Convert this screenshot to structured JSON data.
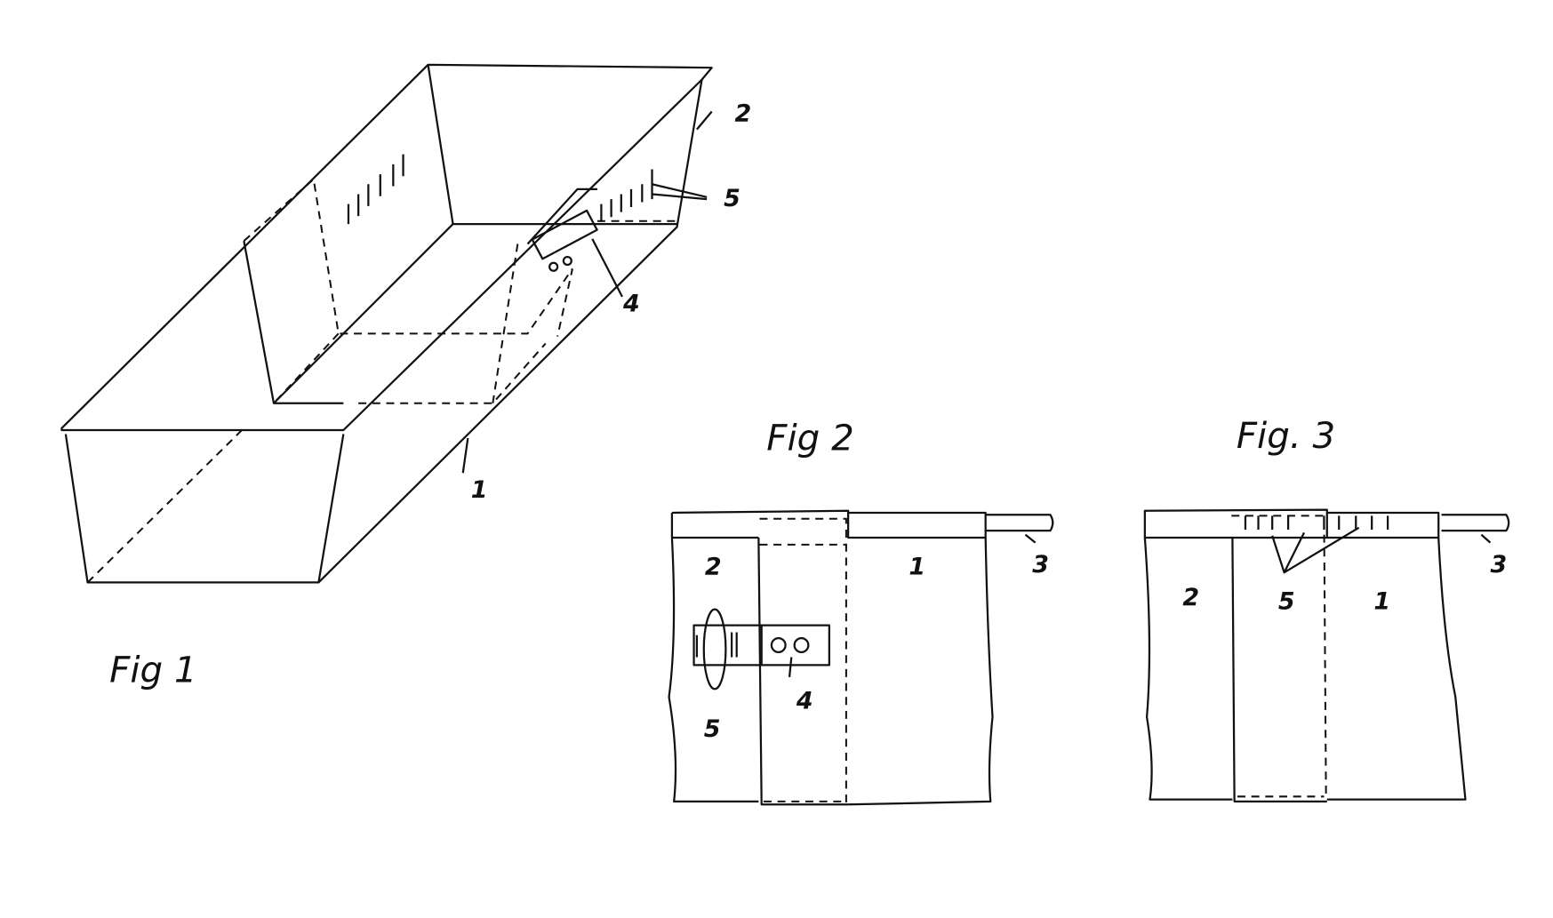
{
  "figures": {
    "fig1": {
      "title": "Fig 1",
      "labels": {
        "container_1": "1",
        "container_2": "2",
        "strap": "4",
        "slots": "5"
      }
    },
    "fig2": {
      "title": "Fig 2",
      "labels": {
        "container_1": "1",
        "container_2": "2",
        "rod": "3",
        "strap": "4",
        "slots": "5"
      }
    },
    "fig3": {
      "title": "Fig. 3",
      "labels": {
        "container_1": "1",
        "container_2": "2",
        "rod": "3",
        "slots": "5"
      }
    }
  }
}
